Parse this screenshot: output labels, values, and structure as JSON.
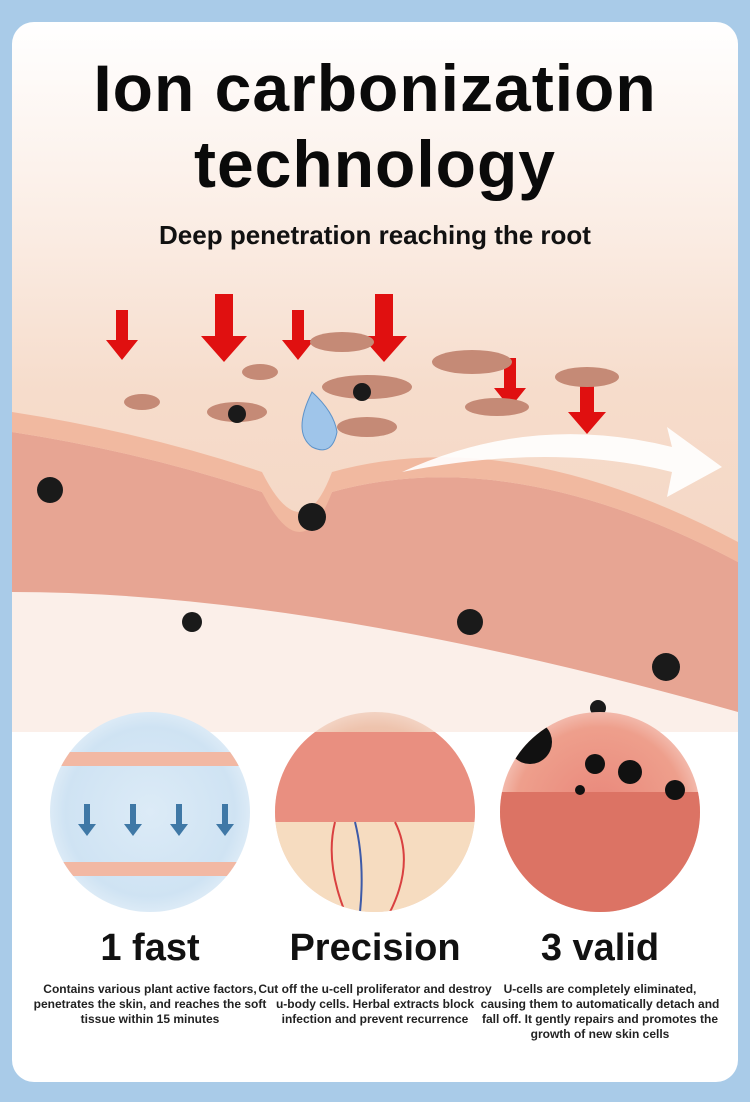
{
  "title": "Ion carbonization technology",
  "subtitle": "Deep penetration reaching the root",
  "colors": {
    "frame": "#a9cbe8",
    "arrow": "#e01010",
    "skin": "#e8a08c"
  },
  "features": [
    {
      "heading": "1 fast",
      "text": "Contains various plant active factors, penetrates the skin, and reaches the soft tissue within 15 minutes"
    },
    {
      "heading": "Precision",
      "text": "Cut off the u-cell proliferator and destroy u-body cells. Herbal extracts block infection and prevent recurrence"
    },
    {
      "heading": "3 valid",
      "text": "U-cells are completely eliminated, causing them to automatically detach and fall off. It gently repairs and promotes the growth of new skin cells"
    }
  ]
}
